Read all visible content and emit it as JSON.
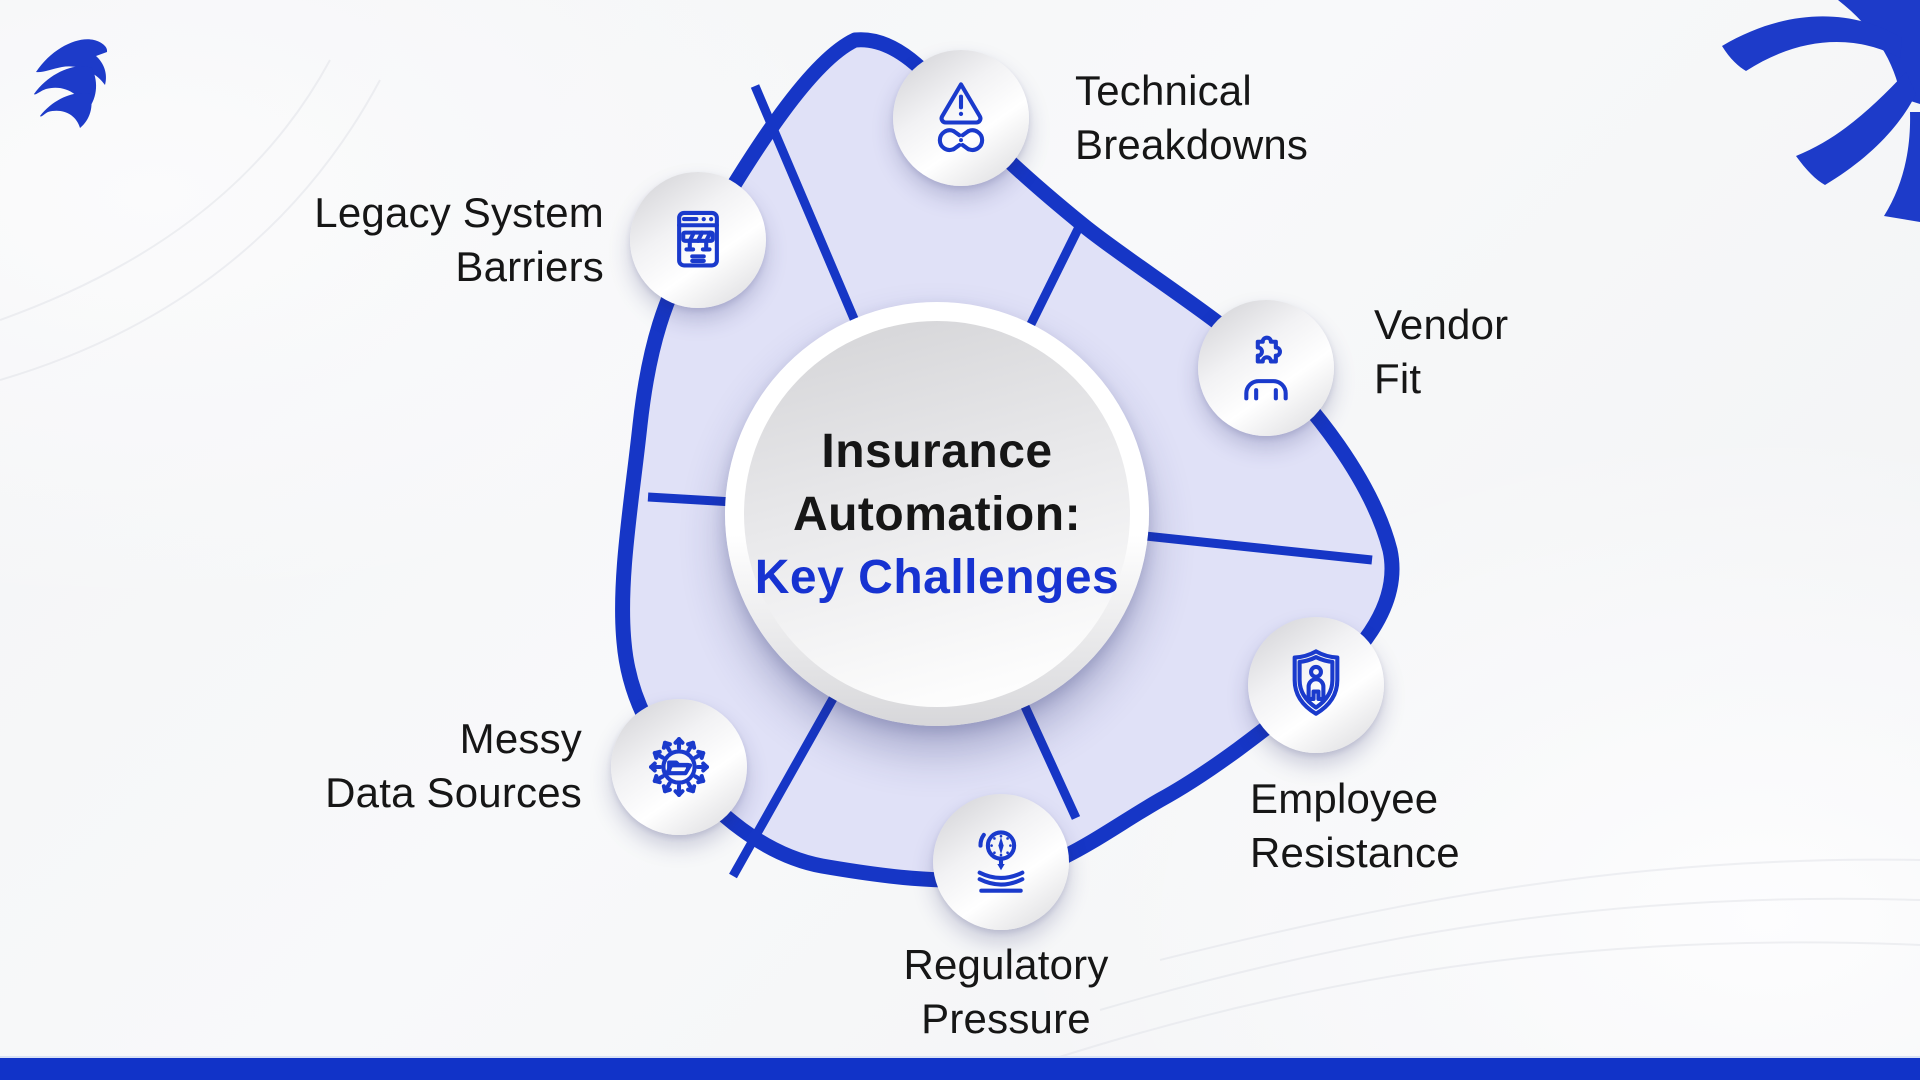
{
  "page": {
    "background_color": "#f6f7f8",
    "footer_bar_color": "#1133c8"
  },
  "brand": {
    "logo": "eagle-logo",
    "corner_decoration": "pinwheel-swirl",
    "accent_color": "#1636c6"
  },
  "center": {
    "title_line1": "Insurance",
    "title_line2": "Automation:",
    "subtitle": "Key Challenges",
    "title_color": "#161616",
    "subtitle_color": "#1733d1"
  },
  "blob": {
    "fill_color": "#e0e1f7",
    "border_color": "#1636c6",
    "segments": 6
  },
  "nodes": [
    {
      "id": "technical-breakdowns",
      "line1": "Technical",
      "line2": "Breakdowns",
      "icon": "warning-wrench-icon"
    },
    {
      "id": "vendor-fit",
      "line1": "Vendor",
      "line2": "Fit",
      "icon": "person-puzzle-icon"
    },
    {
      "id": "employee-resistance",
      "line1": "Employee",
      "line2": "Resistance",
      "icon": "shield-person-icon"
    },
    {
      "id": "regulatory-pressure",
      "line1": "Regulatory",
      "line2": "Pressure",
      "icon": "pressure-gauge-icon"
    },
    {
      "id": "messy-data-sources",
      "line1": "Messy",
      "line2": "Data Sources",
      "icon": "folder-distribution-icon"
    },
    {
      "id": "legacy-system-barriers",
      "line1": "Legacy System",
      "line2": "Barriers",
      "icon": "browser-barrier-icon"
    }
  ]
}
